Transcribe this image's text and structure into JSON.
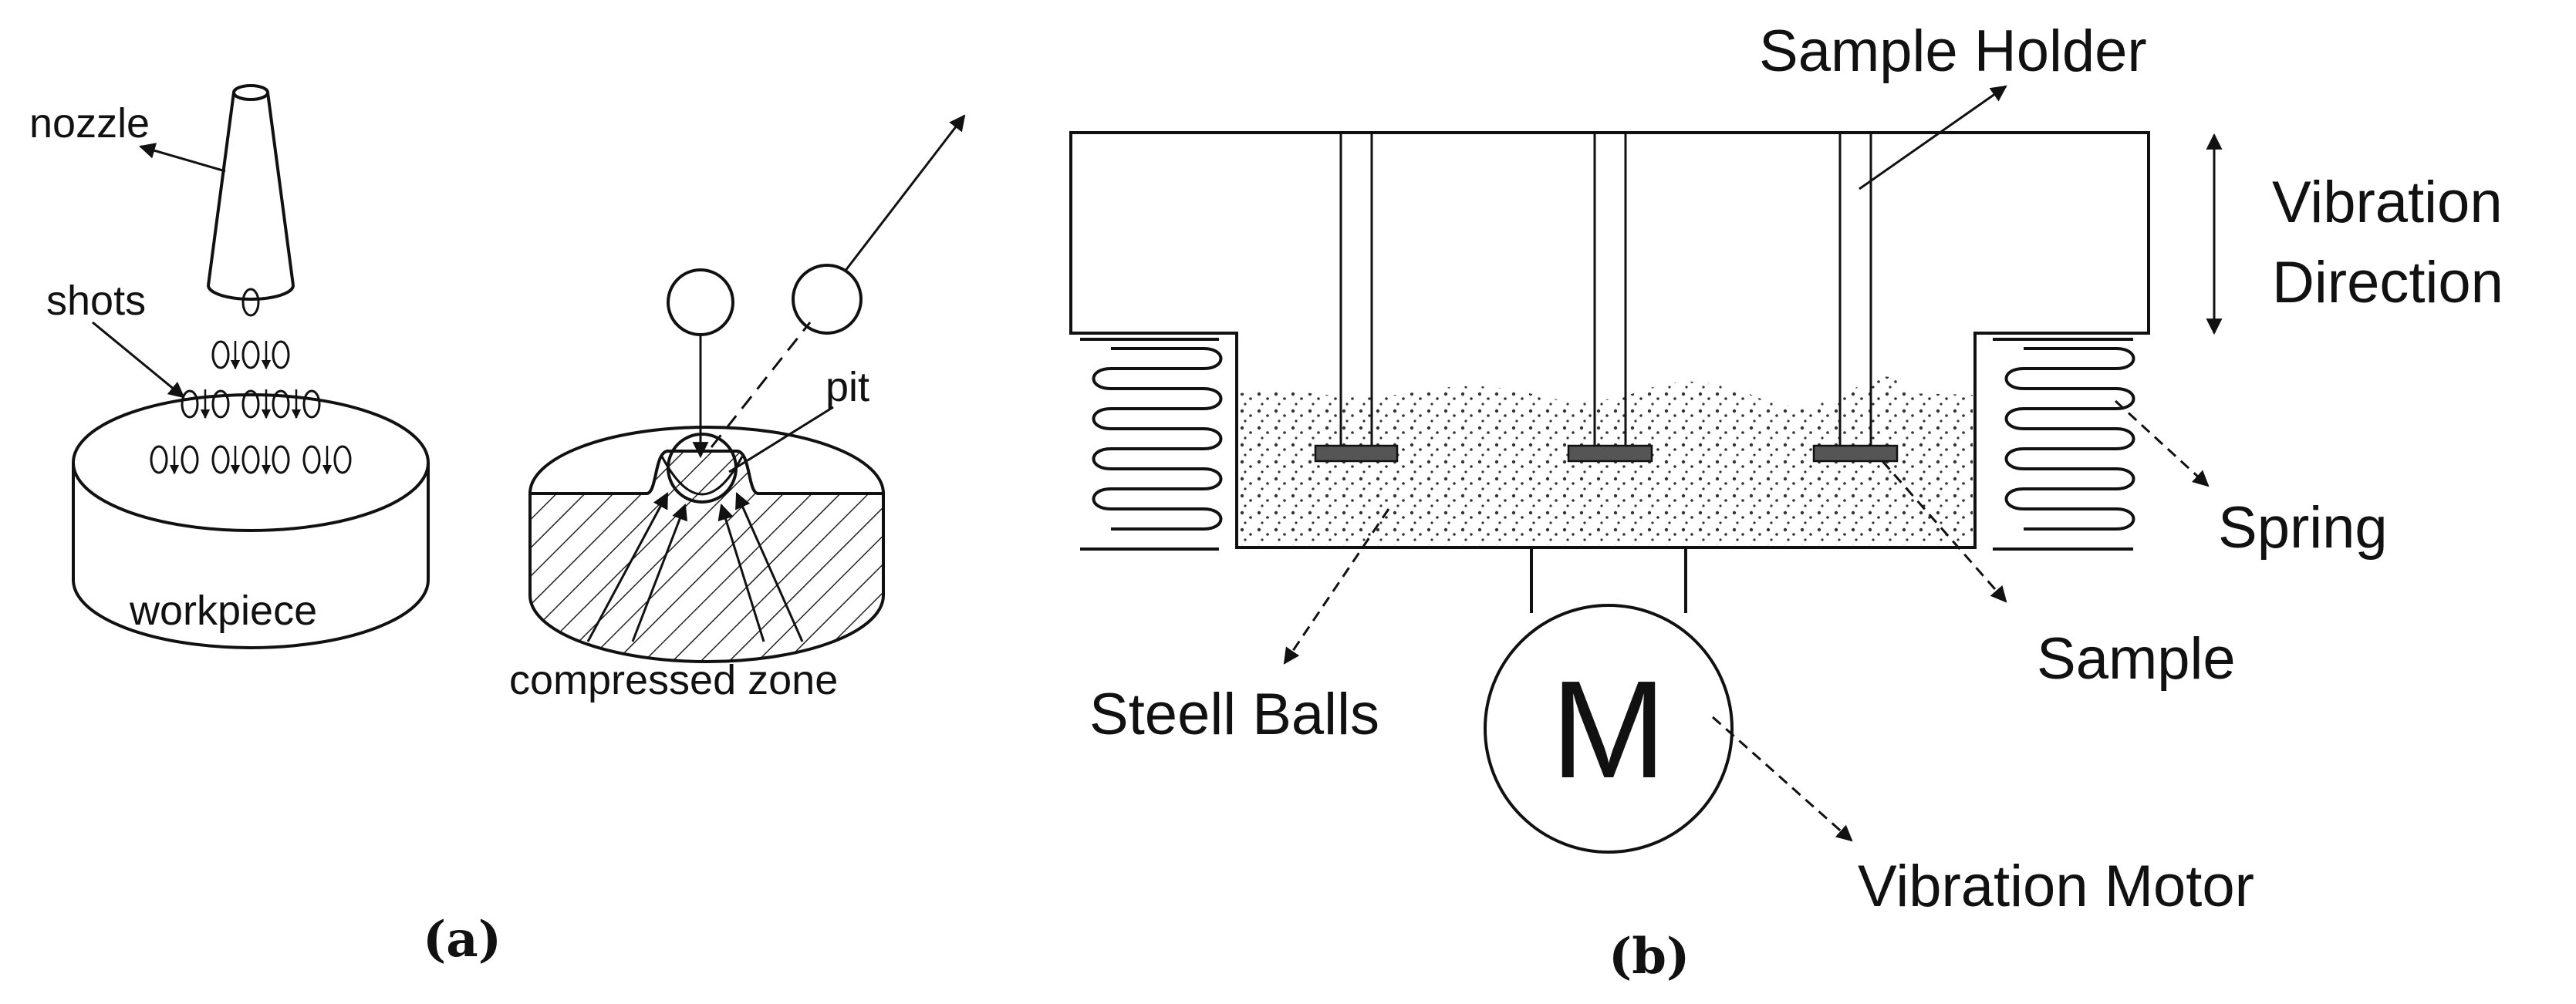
{
  "panel_a": {
    "nozzle_label": "nozzle",
    "shots_label": "shots",
    "workpiece_label": "workpiece",
    "pit_label": "pit",
    "compressed_zone_label": "compressed zone",
    "caption": "(a)"
  },
  "panel_b": {
    "sample_holder_label": "Sample Holder",
    "vibration_direction_line1": "Vibration",
    "vibration_direction_line2": "Direction",
    "spring_label": "Spring",
    "sample_label": "Sample",
    "steel_balls_label": "Steell Balls",
    "motor_symbol": "M",
    "vibration_motor_label": "Vibration Motor",
    "caption": "(b)"
  },
  "colors": {
    "line": "#111111",
    "sample": "#555555",
    "hatch": "#222222"
  }
}
